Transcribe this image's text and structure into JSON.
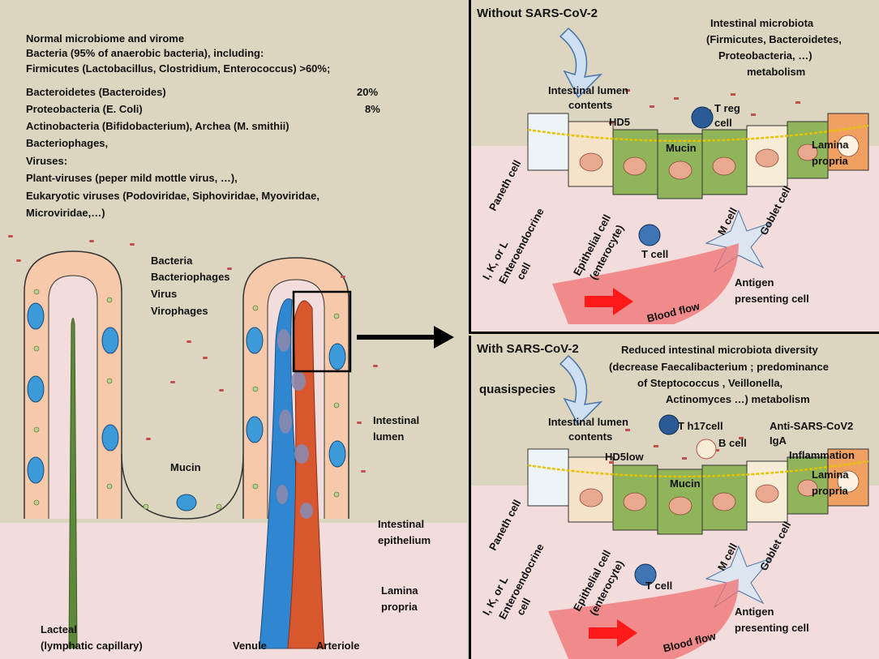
{
  "left": {
    "microbiome_lines": [
      "Normal microbiome and virome",
      "Bacteria (95% of anaerobic bacteria), including:",
      " Firmicutes (Lactobacillus, Clostridium,  Enterococcus) >60%;",
      "Bacteroidetes (Bacteroides)",
      "Proteobacteria (E. Coli)",
      "Actinobacteria (Bifidobacterium), Archea (M. smithii)",
      "Bacteriophages,",
      "Viruses:",
      "Plant-viruses (peper mild mottle virus, …),",
      "Eukaryotic viruses (Podoviridae, Siphoviridae,  Myoviridae,",
      "Microviridae,…)"
    ],
    "pct_bacteroidetes": "20%",
    "pct_proteobacteria": "8%",
    "lumen_contents": [
      "Bacteria",
      "Bacteriophages",
      "Virus",
      "Virophages"
    ],
    "mucin": "Mucin",
    "intestinal_lumen": [
      "Intestinal",
      "lumen"
    ],
    "intestinal_epithelium": [
      "Intestinal",
      "epithelium"
    ],
    "lamina_propria": [
      "Lamina",
      "propria"
    ],
    "lacteal": [
      "Lacteal",
      "(lymphatic capillary)"
    ],
    "venule": "Venule",
    "arteriole": "Arteriole"
  },
  "top": {
    "title": "Without SARS-CoV-2",
    "microbiota": [
      "Intestinal microbiota",
      "(Firmicutes, Bacteroidetes,",
      "Proteobacteria, …)",
      "metabolism"
    ],
    "lumen_contents": [
      "Intestinal lumen",
      "contents"
    ],
    "hd5": "HD5",
    "treg": [
      "T reg",
      "cell"
    ],
    "mucin": "Mucin",
    "lamina_propria": [
      "Lamina",
      "propria"
    ],
    "paneth": "Paneth cell",
    "enteroendocrine": [
      "I, K, or L",
      "Enteroendocrine",
      "cell"
    ],
    "epithelial": [
      "Epithelial cell",
      "(enterocyte)"
    ],
    "mcell": "M cell",
    "goblet": "Goblet cell",
    "tcell": "T cell",
    "apc": [
      "Antigen",
      "presenting  cell"
    ],
    "blood_flow": "Blood flow"
  },
  "bottom": {
    "title": "With SARS-CoV-2",
    "reduced": "Reduced intestinal microbiota diversity",
    "microbiota": [
      "(decrease Faecalibacterium ; predominance",
      "of  Steptococcus , Veillonella,",
      "Actinomyces …) metabolism"
    ],
    "quasispecies": "quasispecies",
    "lumen_contents": [
      "Intestinal lumen",
      "contents"
    ],
    "th17": "T h17cell",
    "bcell": "B  cell",
    "antibody": [
      "Anti-SARS-CoV2",
      "IgA"
    ],
    "inflammation": "Inflammation",
    "hd5low": "HD5low",
    "mucin": "Mucin",
    "lamina_propria": [
      "Lamina",
      "propria"
    ],
    "paneth": "Paneth cell",
    "enteroendocrine": [
      "I, K, or L",
      "Enteroendocrine",
      "cell"
    ],
    "epithelial": [
      "Epithelial cell",
      "(enterocyte)"
    ],
    "mcell": "M cell",
    "goblet": "Goblet cell",
    "tcell": "T cell",
    "apc": [
      "Antigen",
      "presenting  cell"
    ],
    "blood_flow": "Blood flow"
  },
  "colors": {
    "background": "#dcd6c0",
    "lamina": "#f2dcdc",
    "epithelial_cell": "#f5c9aa",
    "goblet": "#3c9ad8",
    "venule": "#2f86d1",
    "arteriole": "#d9572e",
    "lacteal": "#5c8a3a",
    "red_label": "#e2231a",
    "blue_label": "#1f3f7a"
  }
}
